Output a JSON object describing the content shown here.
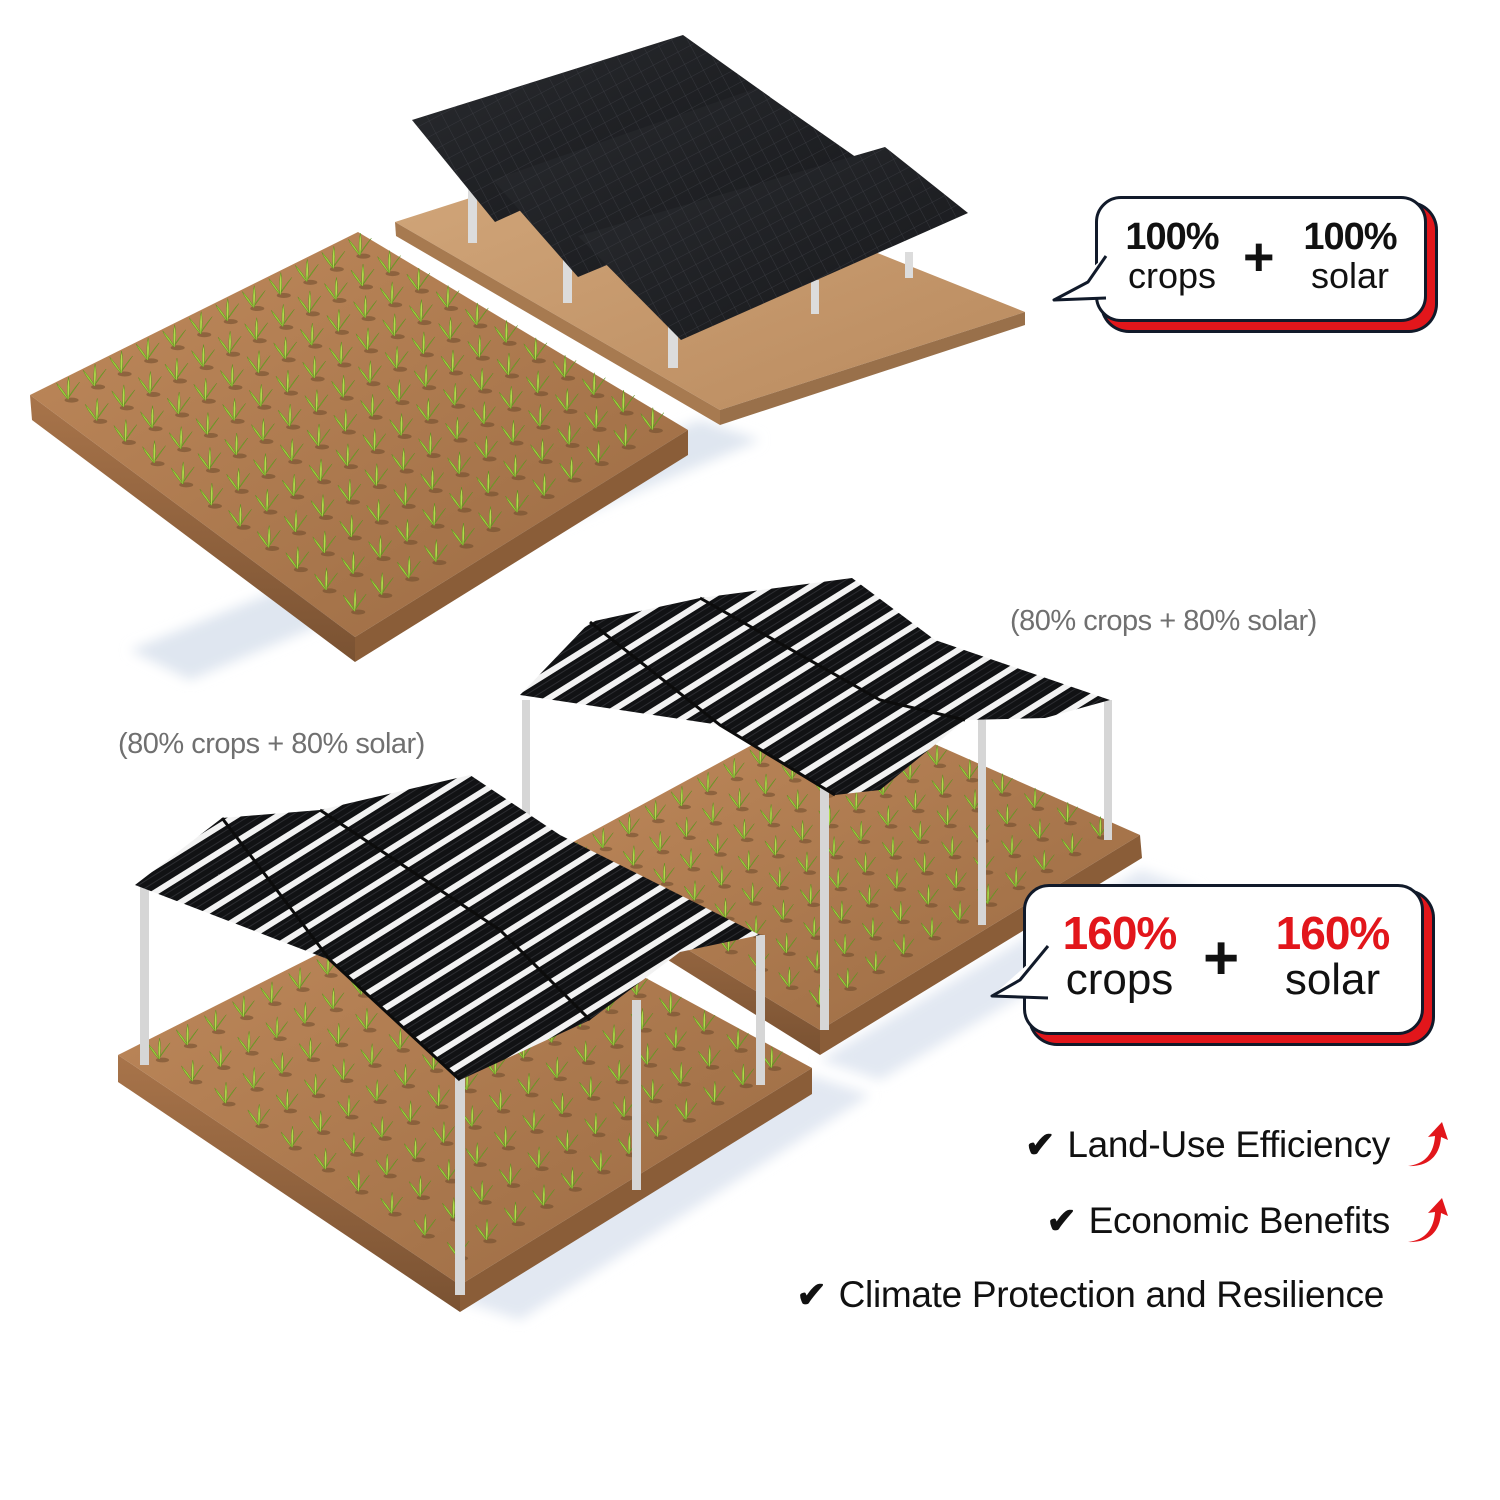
{
  "top_callout": {
    "left_value": "100%",
    "left_label": "crops",
    "operator": "+",
    "right_value": "100%",
    "right_label": "solar"
  },
  "bottom_callout": {
    "left_value": "160%",
    "left_label": "crops",
    "operator": "+",
    "right_value": "160%",
    "right_label": "solar"
  },
  "captions": {
    "back_agrivoltaic": "(80% crops + 80% solar)",
    "front_agrivoltaic": "(80% crops + 80% solar)"
  },
  "scenes": {
    "crop_field": "crop field",
    "solar_array": "ground-mounted solar array",
    "agrivoltaic_front": "agrivoltaic canopy over crops",
    "agrivoltaic_back": "agrivoltaic canopy over crops"
  },
  "benefits": [
    {
      "icon": "checkmark-icon",
      "label": "Land-Use Efficiency",
      "trend_icon": "up-arrow-icon",
      "has_trend": true
    },
    {
      "icon": "checkmark-icon",
      "label": "Economic Benefits",
      "trend_icon": "up-arrow-icon",
      "has_trend": true
    },
    {
      "icon": "checkmark-icon",
      "label": "Climate Protection and Resilience",
      "has_trend": false
    }
  ],
  "colors": {
    "accent_red": "#e2161b",
    "ink": "#111111",
    "caption_gray": "#707070",
    "soil": "#b07a4f",
    "crop_green": "#8cc63f",
    "panel_black": "#1c1d20"
  }
}
